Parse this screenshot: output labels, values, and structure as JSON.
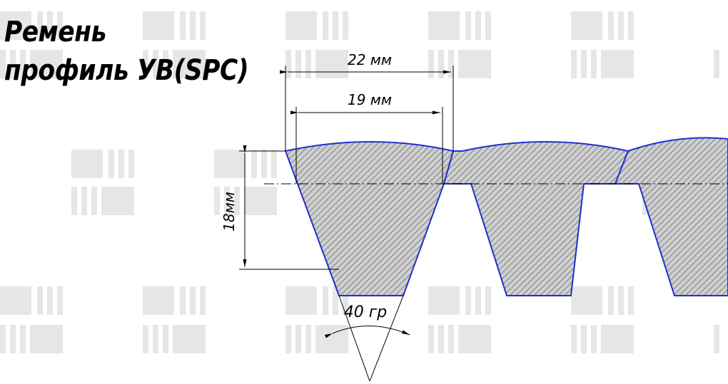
{
  "title": {
    "line1": "Ремень",
    "line2": "профиль УВ(SPC)"
  },
  "dimensions": {
    "top_width": "22 мм",
    "pitch_width": "19 мм",
    "height": "18мм",
    "angle": "40 гр"
  },
  "colors": {
    "outline": "#1f2fd0",
    "hatch": "#9a9a9a",
    "dimension": "#000000",
    "watermark": "#e6e6e6"
  }
}
